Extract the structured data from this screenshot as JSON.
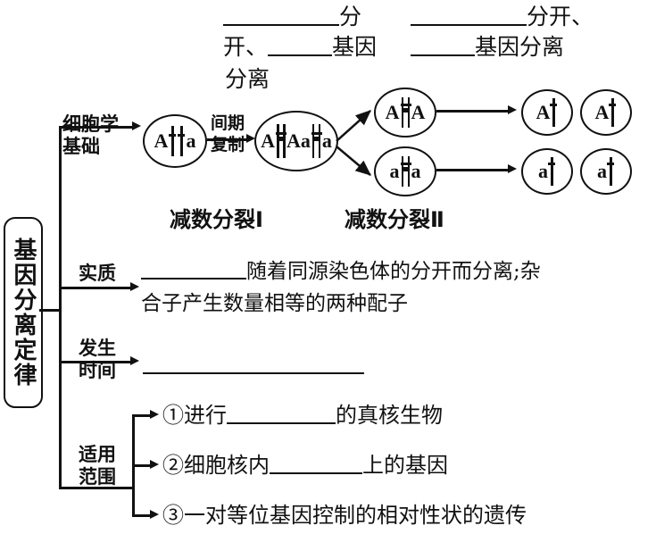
{
  "diagram": {
    "title_vertical": "基因分离定律",
    "top_annotations": {
      "left_column": {
        "line1_blank_width": 130,
        "line1_text": "分",
        "line2_prefix": "开、",
        "line2_blank_width": 72,
        "line2_text": "基因",
        "line3_text": "分离"
      },
      "right_column": {
        "line1_blank_width": 130,
        "line1_text": "分开、",
        "line2_blank_width": 72,
        "line2_text": "基因分离"
      }
    },
    "branches": [
      {
        "id": "cytology",
        "label_line1": "细胞学",
        "label_line2": "基础"
      },
      {
        "id": "essence",
        "label_line1": "实质",
        "label_line2": ""
      },
      {
        "id": "timing",
        "label_line1": "发生",
        "label_line2": "时间"
      },
      {
        "id": "scope",
        "label_line1": "适用",
        "label_line2": "范围"
      }
    ],
    "cytology_row": {
      "cell1": {
        "left_allele": "A",
        "right_allele": "a",
        "chromosomes": 2
      },
      "arrow1_label_line1": "间期",
      "arrow1_label_line2": "复制",
      "cell2": {
        "groups": [
          "A",
          "A",
          "a",
          "a"
        ],
        "note": "A⊞A a⊞a 复制后的同源染色体"
      },
      "cell_top": {
        "left_allele": "A",
        "right_allele": "A"
      },
      "cell_bottom": {
        "left_allele": "a",
        "right_allele": "a"
      },
      "gametes": [
        "A",
        "A",
        "a",
        "a"
      ],
      "stage1_label": "减数分裂Ⅰ",
      "stage2_label": "减数分裂Ⅱ"
    },
    "essence": {
      "blank_width": 118,
      "line1": "随着同源染色体的分开而分离;杂",
      "line2": "合子产生数量相等的两种配子"
    },
    "timing": {
      "blank_width": 248
    },
    "scope_items": [
      {
        "marker": "①",
        "pre": "进行",
        "blank_width": 122,
        "post": "的真核生物"
      },
      {
        "marker": "②",
        "pre": "细胞核内",
        "blank_width": 104,
        "post": "上的基因"
      },
      {
        "marker": "③",
        "pre": "一对等位基因控制的相对性状的遗传",
        "blank_width": 0,
        "post": ""
      }
    ]
  },
  "colors": {
    "ink": "#111111",
    "paper": "#ffffff"
  }
}
